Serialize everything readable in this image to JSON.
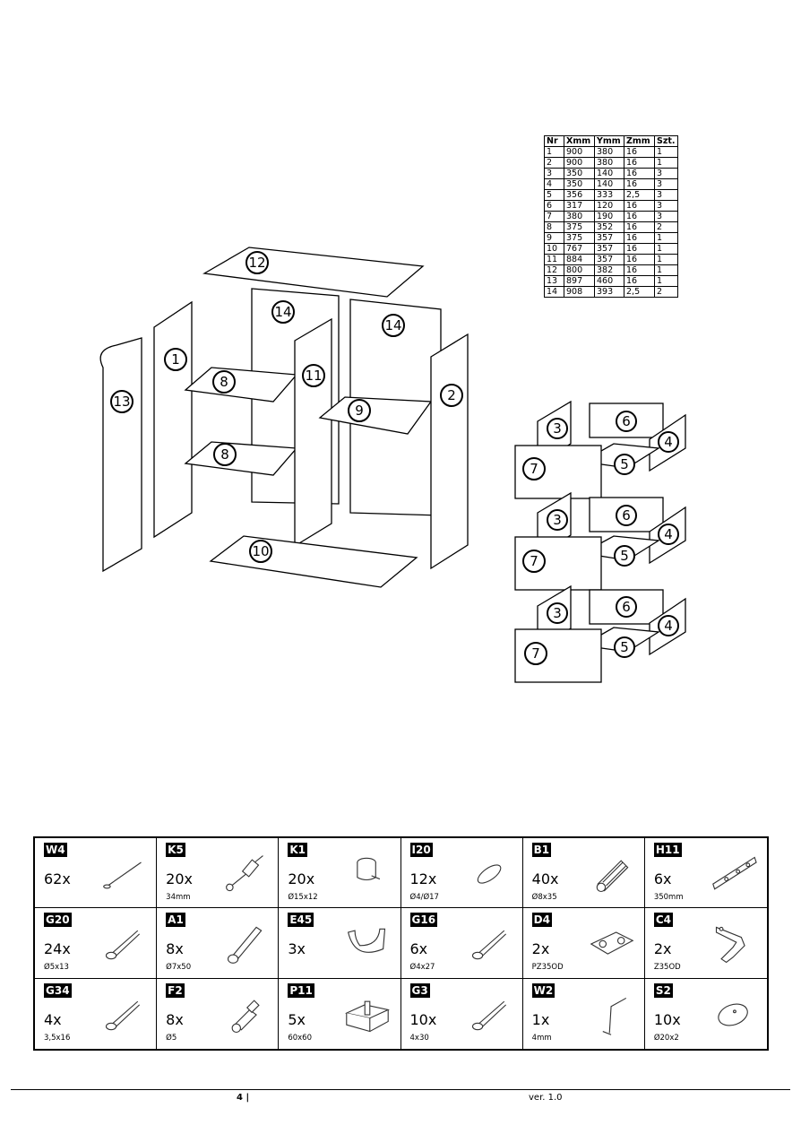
{
  "parts_table": {
    "headers": [
      "Nr",
      "Xmm",
      "Ymm",
      "Zmm",
      "Szt."
    ],
    "rows": [
      [
        "1",
        "900",
        "380",
        "16",
        "1"
      ],
      [
        "2",
        "900",
        "380",
        "16",
        "1"
      ],
      [
        "3",
        "350",
        "140",
        "16",
        "3"
      ],
      [
        "4",
        "350",
        "140",
        "16",
        "3"
      ],
      [
        "5",
        "356",
        "333",
        "2,5",
        "3"
      ],
      [
        "6",
        "317",
        "120",
        "16",
        "3"
      ],
      [
        "7",
        "380",
        "190",
        "16",
        "3"
      ],
      [
        "8",
        "375",
        "352",
        "16",
        "2"
      ],
      [
        "9",
        "375",
        "357",
        "16",
        "1"
      ],
      [
        "10",
        "767",
        "357",
        "16",
        "1"
      ],
      [
        "11",
        "884",
        "357",
        "16",
        "1"
      ],
      [
        "12",
        "800",
        "382",
        "16",
        "1"
      ],
      [
        "13",
        "897",
        "460",
        "16",
        "1"
      ],
      [
        "14",
        "908",
        "393",
        "2,5",
        "2"
      ]
    ]
  },
  "diagram_labels": {
    "p12": "12",
    "p14a": "14",
    "p14b": "14",
    "p1": "1",
    "p13": "13",
    "p8a": "8",
    "p8b": "8",
    "p11": "11",
    "p2": "2",
    "p9": "9",
    "p10": "10",
    "d1": {
      "p3": "3",
      "p6": "6",
      "p4": "4",
      "p7": "7",
      "p5": "5"
    },
    "d2": {
      "p3": "3",
      "p6": "6",
      "p4": "4",
      "p7": "7",
      "p5": "5"
    },
    "d3": {
      "p3": "3",
      "p6": "6",
      "p4": "4",
      "p7": "7",
      "p5": "5"
    }
  },
  "hardware": [
    {
      "code": "W4",
      "qty": "62x",
      "spec": "",
      "icon": "nail-icon"
    },
    {
      "code": "K5",
      "qty": "20x",
      "spec": "34mm",
      "icon": "cam-bolt-icon"
    },
    {
      "code": "K1",
      "qty": "20x",
      "spec": "Ø15x12",
      "icon": "cam-lock-icon"
    },
    {
      "code": "I20",
      "qty": "12x",
      "spec": "Ø4/Ø17",
      "icon": "cover-cap-icon"
    },
    {
      "code": "B1",
      "qty": "40x",
      "spec": "Ø8x35",
      "icon": "dowel-icon"
    },
    {
      "code": "H11",
      "qty": "6x",
      "spec": "350mm",
      "icon": "drawer-runner-icon"
    },
    {
      "code": "G20",
      "qty": "24x",
      "spec": "Ø5x13",
      "icon": "screw-icon"
    },
    {
      "code": "A1",
      "qty": "8x",
      "spec": "Ø7x50",
      "icon": "confirmat-screw-icon"
    },
    {
      "code": "E45",
      "qty": "3x",
      "spec": "",
      "icon": "handle-icon"
    },
    {
      "code": "G16",
      "qty": "6x",
      "spec": "Ø4x27",
      "icon": "screw-icon"
    },
    {
      "code": "D4",
      "qty": "2x",
      "spec": "PZ35OD",
      "icon": "hinge-plate-icon"
    },
    {
      "code": "C4",
      "qty": "2x",
      "spec": "Z35OD",
      "icon": "hinge-icon"
    },
    {
      "code": "G34",
      "qty": "4x",
      "spec": "3,5x16",
      "icon": "screw-icon"
    },
    {
      "code": "F2",
      "qty": "8x",
      "spec": "Ø5",
      "icon": "shelf-pin-icon"
    },
    {
      "code": "P11",
      "qty": "5x",
      "spec": "60x60",
      "icon": "foot-icon"
    },
    {
      "code": "G3",
      "qty": "10x",
      "spec": "4x30",
      "icon": "screw-icon"
    },
    {
      "code": "W2",
      "qty": "1x",
      "spec": "4mm",
      "icon": "allen-key-icon"
    },
    {
      "code": "S2",
      "qty": "10x",
      "spec": "Ø20x2",
      "icon": "glide-pad-icon"
    }
  ],
  "footer": {
    "page": "4 |",
    "version": "ver. 1.0"
  }
}
